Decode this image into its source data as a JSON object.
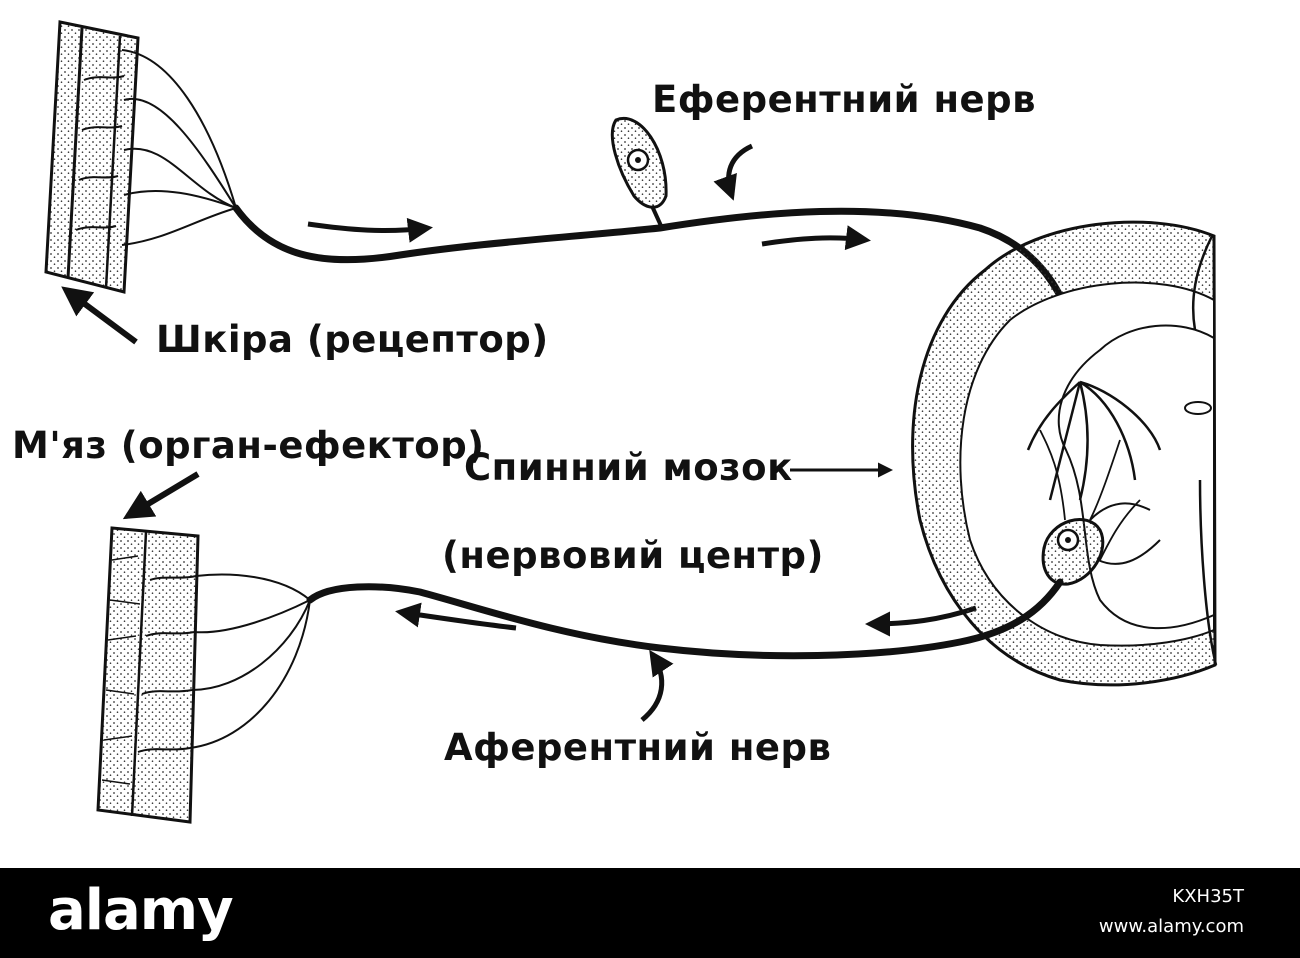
{
  "labels": {
    "efferent_nerve": "Еферентний нерв",
    "skin_receptor": "Шкіра (рецептор)",
    "muscle_effector": "М'яз (орган-ефектор)",
    "spinal_cord": "Спинний мозок",
    "nerve_center": "(нервовий центр)",
    "afferent_nerve": "Аферентний нерв"
  },
  "footer": {
    "brand": "alamy",
    "image_id": "KXH35T",
    "url": "www.alamy.com"
  },
  "colors": {
    "ink": "#111111",
    "background": "#ffffff",
    "footer_bg": "#000000",
    "footer_text": "#ffffff"
  }
}
